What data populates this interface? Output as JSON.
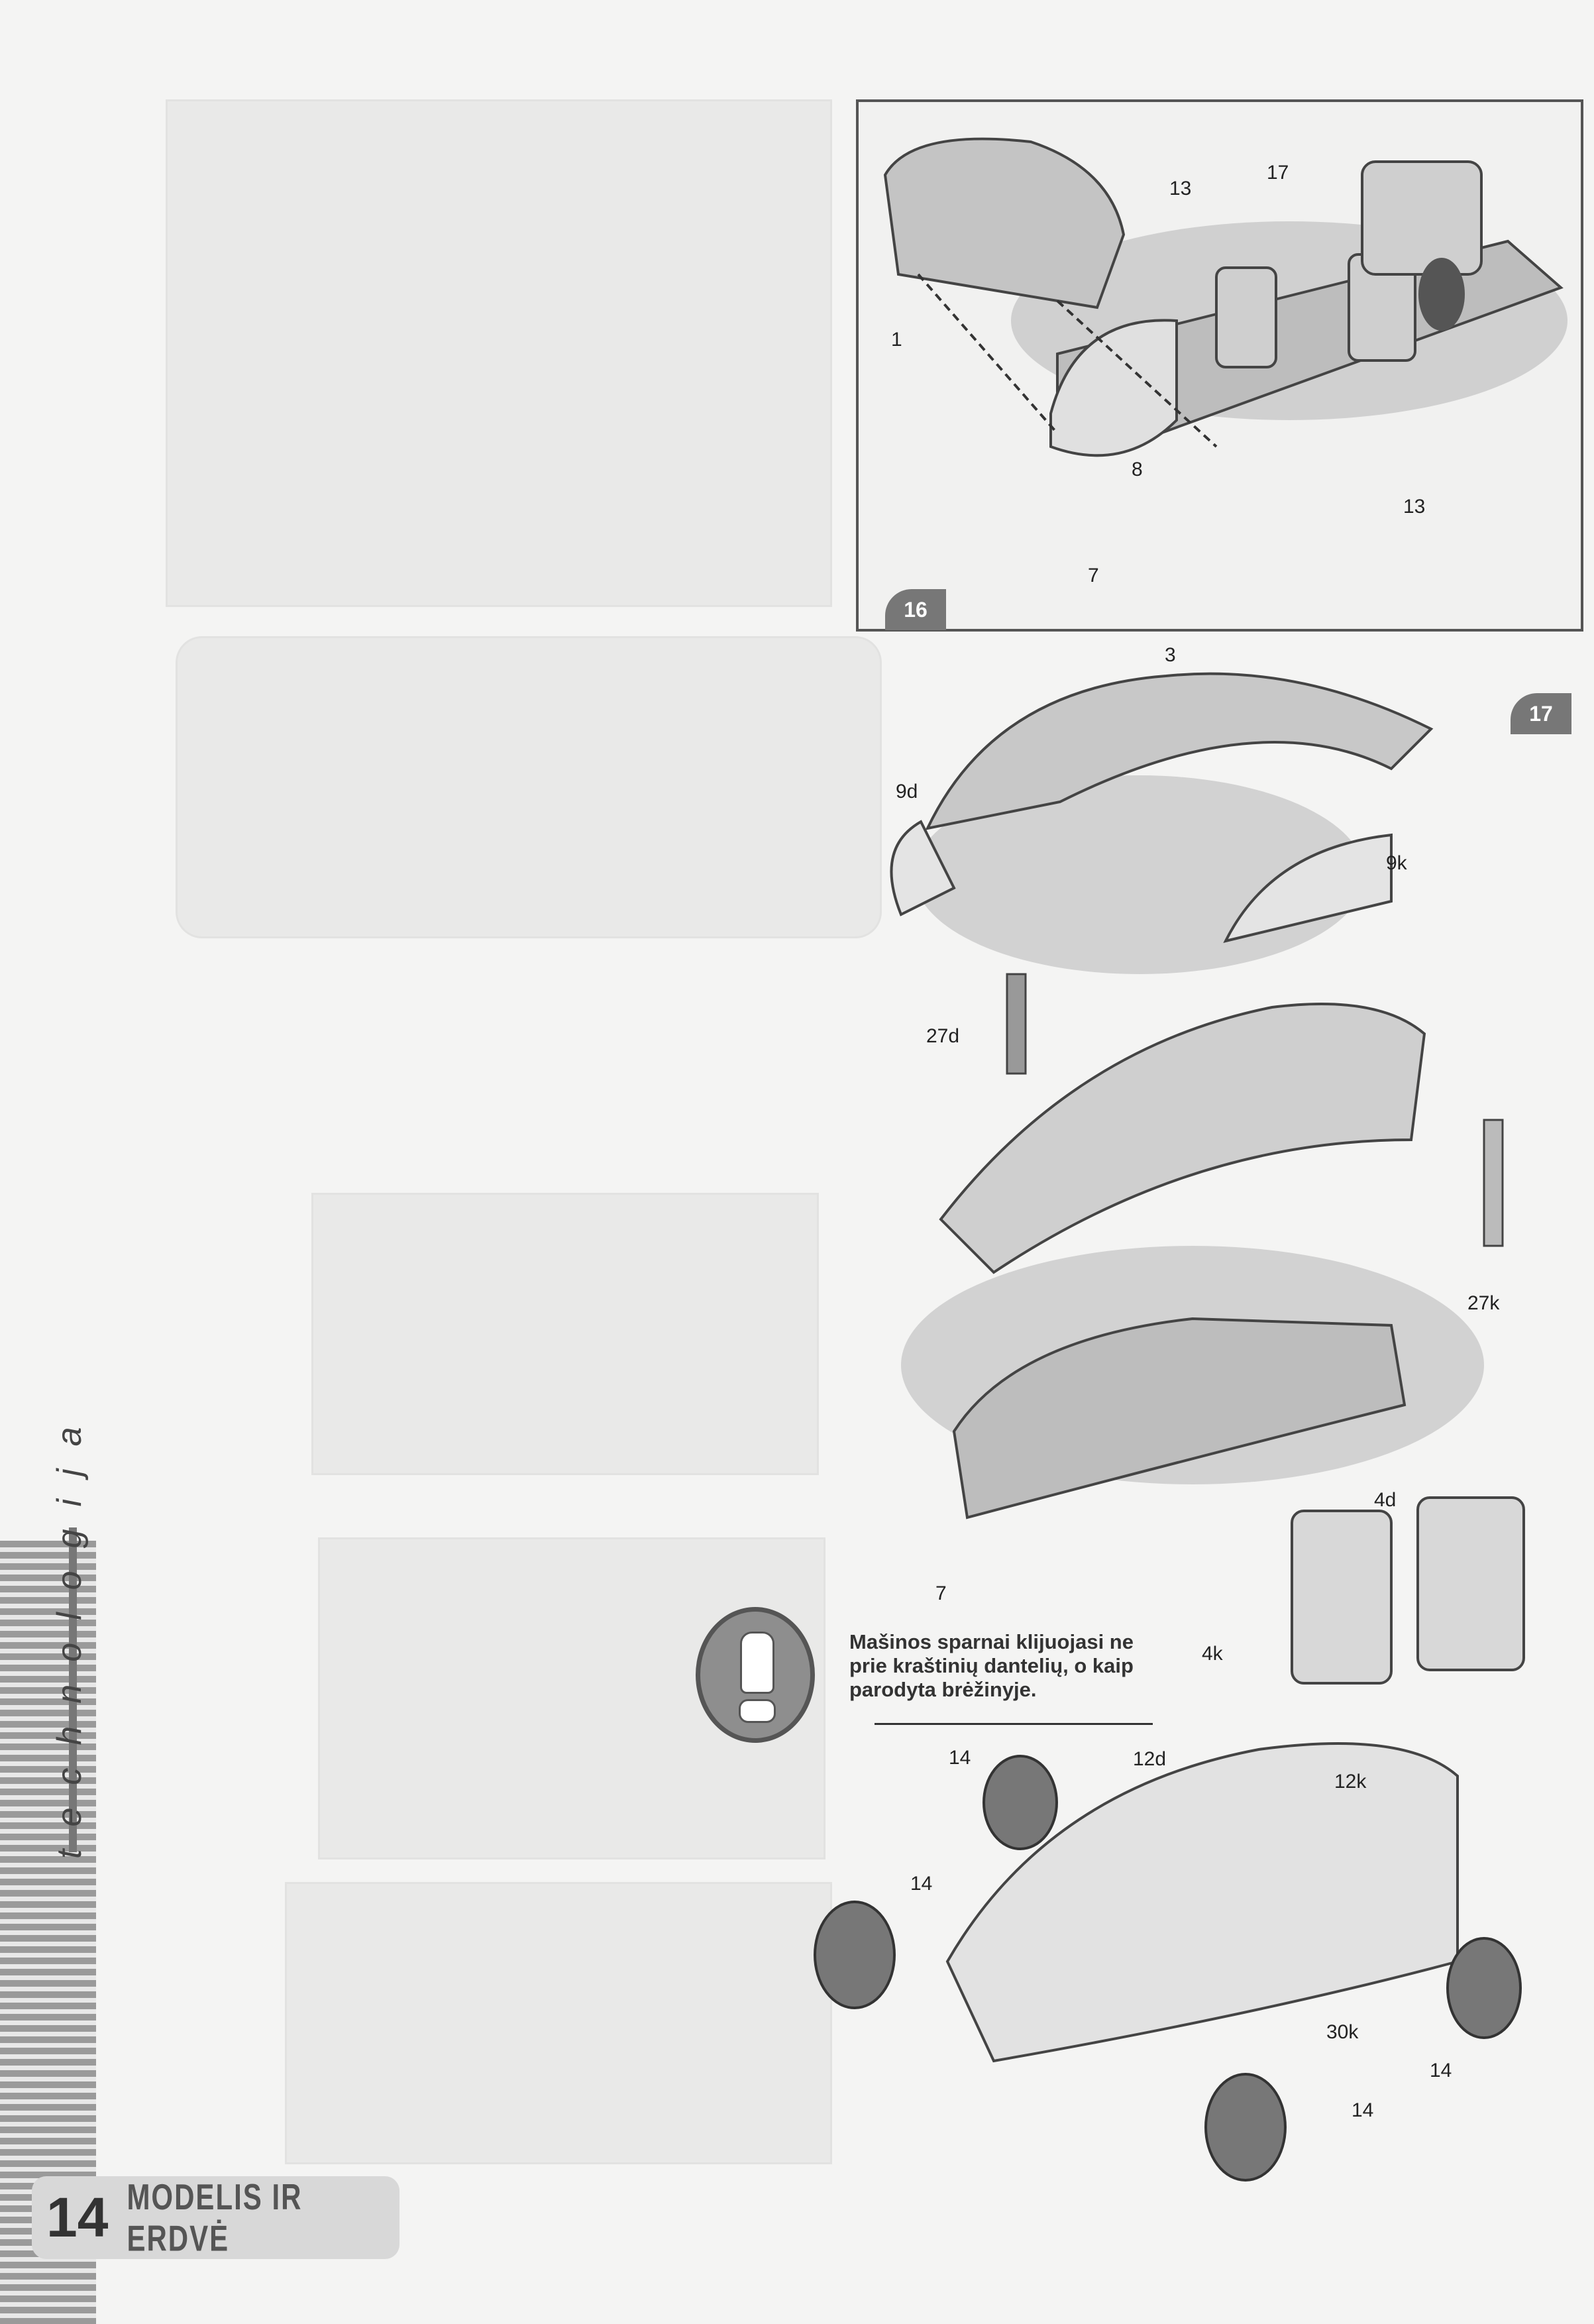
{
  "section_label": "technologija",
  "footer": {
    "page_number": "14",
    "magazine_title": "MODELIS IR ERDVĖ"
  },
  "steps": [
    {
      "number": "16",
      "labels": [
        "13",
        "17",
        "1",
        "8",
        "13",
        "7"
      ]
    },
    {
      "number": "17",
      "labels": [
        "3",
        "9d",
        "9k",
        "27d",
        "27k",
        "7",
        "4d",
        "4k",
        "14",
        "12d",
        "12k",
        "14",
        "30k",
        "14",
        "14"
      ]
    }
  ],
  "warning": {
    "icon": "exclamation-icon",
    "lines": [
      "Mašinos sparnai klijuojasi ne",
      "prie kraštinių dantelių, o kaip",
      "parodyta brėžinyje."
    ]
  },
  "colors": {
    "accent": "#777777",
    "paper": "#f4f4f3"
  }
}
